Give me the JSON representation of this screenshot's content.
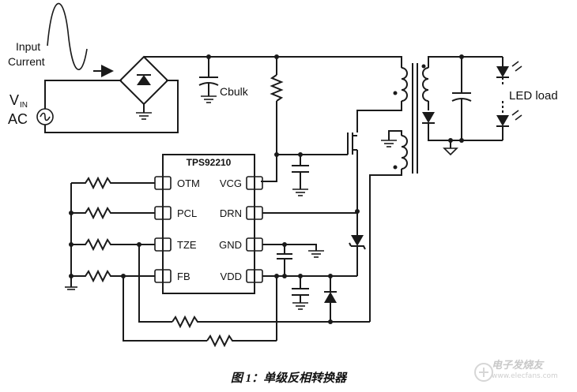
{
  "labels": {
    "input_current": [
      "Input",
      "Current"
    ],
    "vin": "V",
    "vin_sub": "IN",
    "ac": "AC",
    "cbulk": "Cbulk",
    "led_load": "LED load",
    "ic_name": "TPS92210",
    "pins_left": [
      "OTM",
      "PCL",
      "TZE",
      "FB"
    ],
    "pins_right": [
      "VCG",
      "DRN",
      "GND",
      "VDD"
    ]
  },
  "caption": "图 1：单级反相转换器",
  "watermark": {
    "name": "电子发烧友",
    "url": "www.elecfans.com"
  },
  "colors": {
    "wire": "#1a1a1a",
    "ic_fill": "#ffffff",
    "pin_fill": "#ffffff"
  }
}
